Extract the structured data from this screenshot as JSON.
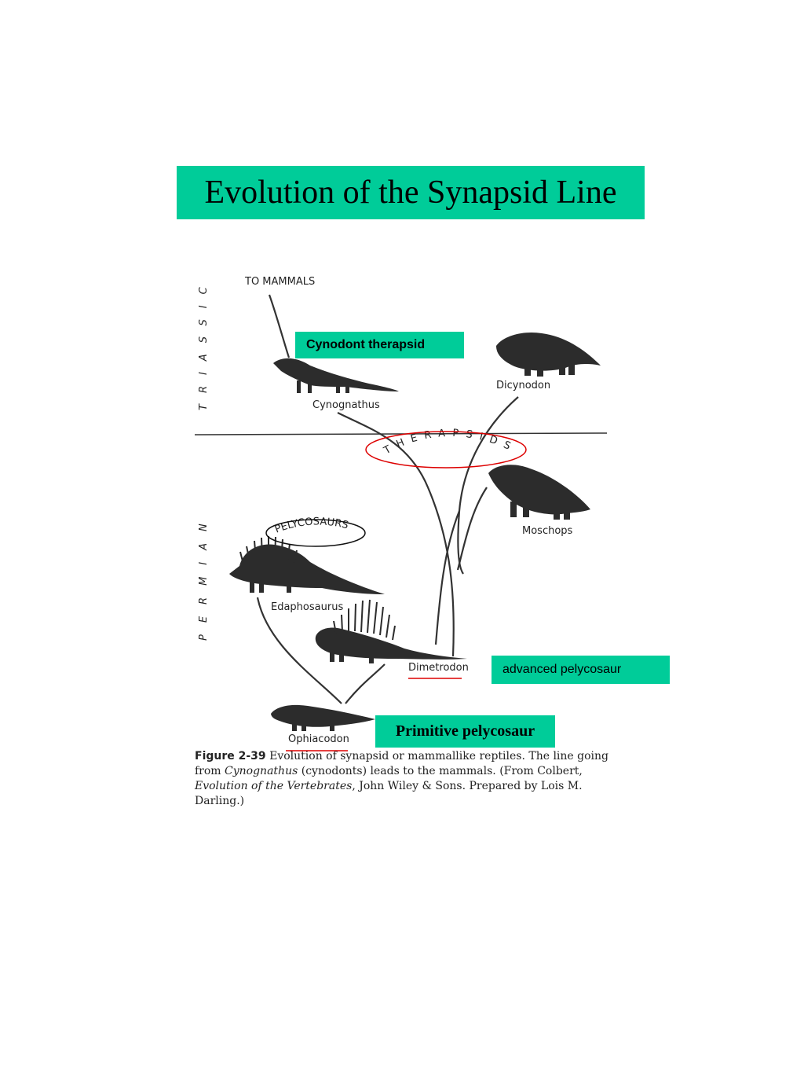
{
  "title": "Evolution of the Synapsid Line",
  "callouts": {
    "cynodont": "Cynodont therapsid",
    "advanced": "advanced pelycosaur",
    "primitive": "Primitive pelycosaur"
  },
  "figure": {
    "to_mammals": "TO MAMMALS",
    "periods": {
      "triassic": "TRIASSIC",
      "permian": "PERMIAN"
    },
    "groups": {
      "therapsids": "THERAPSIDS",
      "pelycosaurs": "PELYCOSAURS"
    },
    "animals": {
      "cynognathus": "Cynognathus",
      "dicynodon": "Dicynodon",
      "moschops": "Moschops",
      "edaphosaurus": "Edaphosaurus",
      "dimetrodon": "Dimetrodon",
      "ophiacodon": "Ophiacodon"
    },
    "caption": {
      "label": "Figure 2-39",
      "t1": " Evolution of synapsid or mammallike reptiles. The line going from ",
      "i1": "Cynognathus",
      "t2": " (cynodonts) leads to the mammals. (From Colbert, ",
      "i2": "Evolution of the Vertebrates",
      "t3": ", John Wiley & Sons. Prepared by Lois M. Darling.)"
    }
  },
  "colors": {
    "accent": "#00cc99",
    "highlight": "#dd0000",
    "ink": "#222222"
  }
}
